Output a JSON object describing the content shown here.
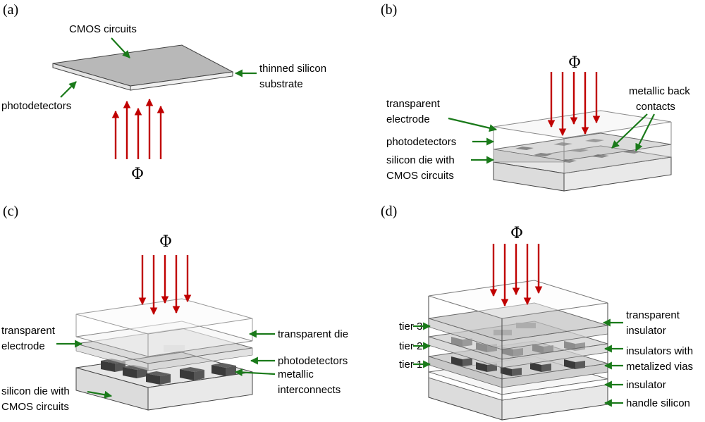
{
  "colors": {
    "arrow_green": "#1a7a1a",
    "ray_red": "#c00000",
    "silicon_top": "#e8e8e8",
    "silicon_side": "#d6d6d6",
    "layer_gray": "#bdbdbd",
    "pad_dark": "#444444"
  },
  "panels": {
    "a": {
      "label": "(a)",
      "flux": "Φ",
      "cmos": "CMOS circuits",
      "photodetectors": "photodetectors",
      "substrate_line1": "thinned silicon",
      "substrate_line2": "substrate"
    },
    "b": {
      "label": "(b)",
      "flux": "Φ",
      "electrode_line1": "transparent",
      "electrode_line2": "electrode",
      "photodetectors": "photodetectors",
      "die_line1": "silicon die with",
      "die_line2": "CMOS circuits",
      "contacts_line1": "metallic back",
      "contacts_line2": "contacts"
    },
    "c": {
      "label": "(c)",
      "flux": "Φ",
      "electrode_line1": "transparent",
      "electrode_line2": "electrode",
      "die_line1": "silicon die with",
      "die_line2": "CMOS circuits",
      "transparent_die": "transparent die",
      "photodetectors": "photodetectors",
      "interconnects_line1": "metallic",
      "interconnects_line2": "interconnects"
    },
    "d": {
      "label": "(d)",
      "flux": "Φ",
      "tier3": "tier 3",
      "tier2": "tier 2",
      "tier1": "tier 1",
      "insulator_line1": "transparent",
      "insulator_line2": "insulator",
      "vias_line1": "insulators with",
      "vias_line2": "metalized vias",
      "insulator": "insulator",
      "handle": "handle silicon"
    }
  }
}
